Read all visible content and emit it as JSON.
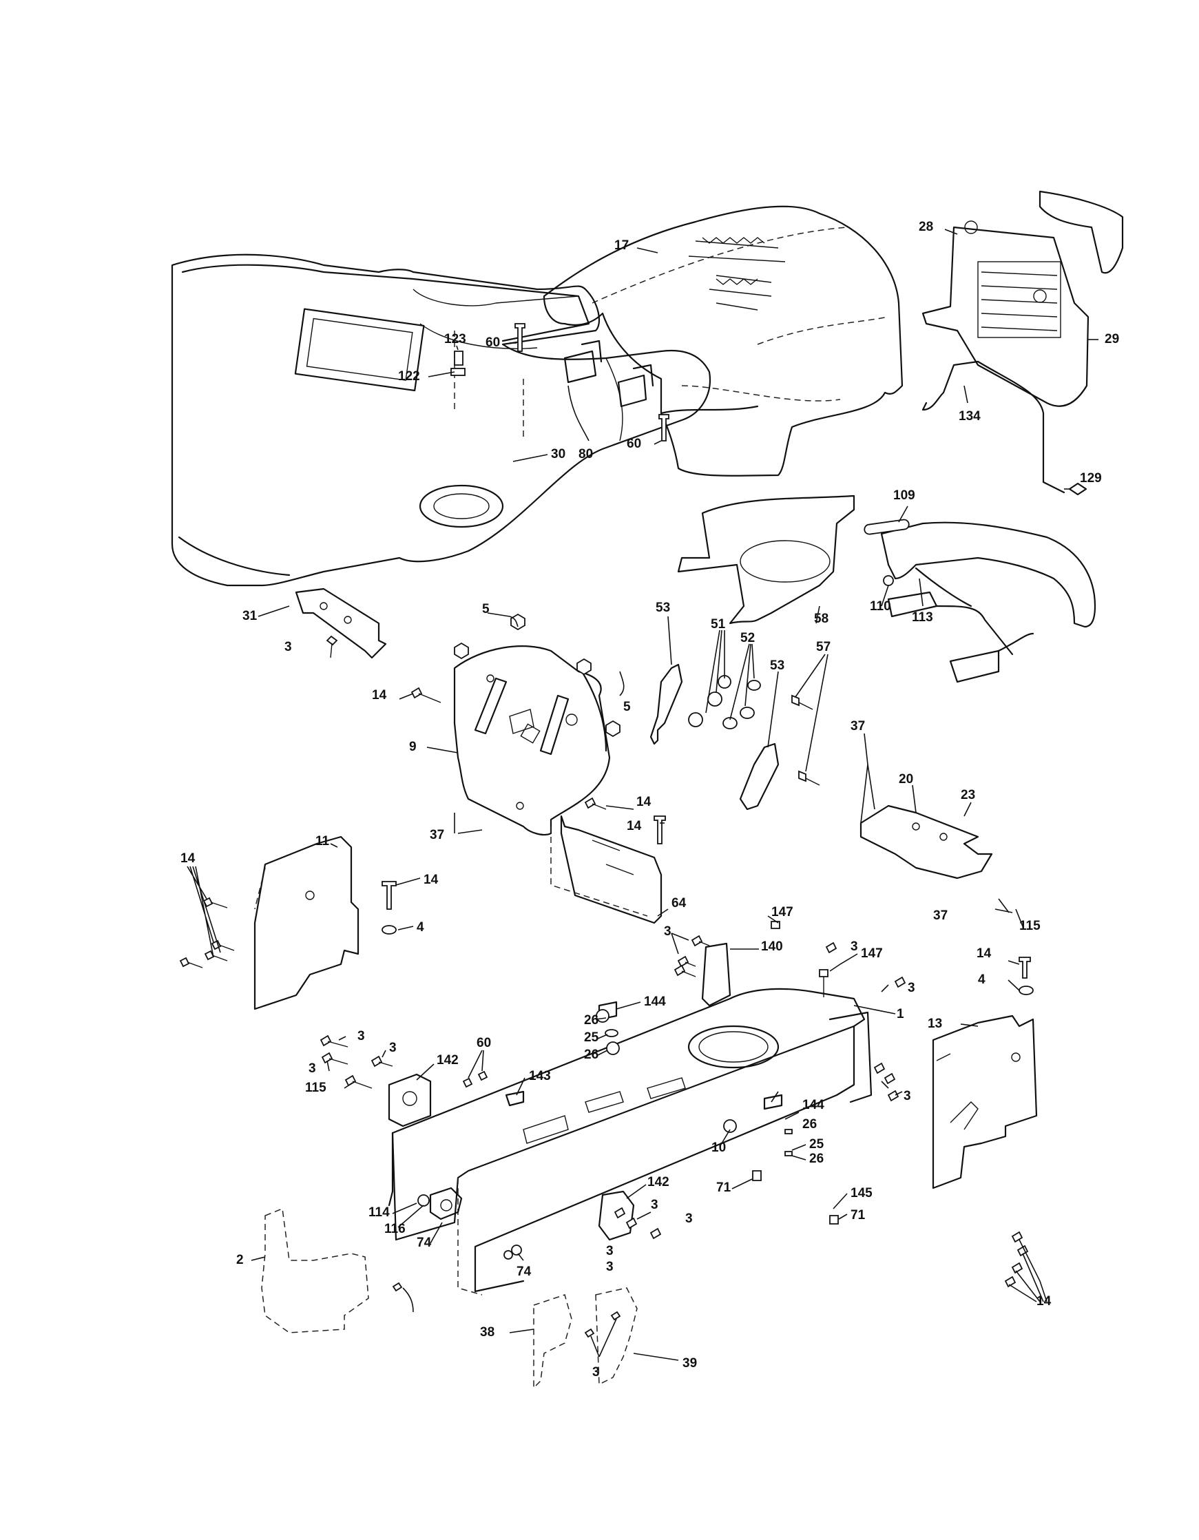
{
  "diagram": {
    "labels": [
      {
        "id": "17",
        "text": "17"
      },
      {
        "id": "28",
        "text": "28"
      },
      {
        "id": "29",
        "text": "29"
      },
      {
        "id": "123",
        "text": "123"
      },
      {
        "id": "60a",
        "text": "60"
      },
      {
        "id": "122",
        "text": "122"
      },
      {
        "id": "80",
        "text": "80"
      },
      {
        "id": "60b",
        "text": "60"
      },
      {
        "id": "30",
        "text": "30"
      },
      {
        "id": "134",
        "text": "134"
      },
      {
        "id": "129",
        "text": "129"
      },
      {
        "id": "109",
        "text": "109"
      },
      {
        "id": "31",
        "text": "31"
      },
      {
        "id": "3a",
        "text": "3"
      },
      {
        "id": "5a",
        "text": "5"
      },
      {
        "id": "53a",
        "text": "53"
      },
      {
        "id": "51",
        "text": "51"
      },
      {
        "id": "52",
        "text": "52"
      },
      {
        "id": "53b",
        "text": "53"
      },
      {
        "id": "57",
        "text": "57"
      },
      {
        "id": "58",
        "text": "58"
      },
      {
        "id": "110",
        "text": "110"
      },
      {
        "id": "113",
        "text": "113"
      },
      {
        "id": "14a",
        "text": "14"
      },
      {
        "id": "5b",
        "text": "5"
      },
      {
        "id": "9",
        "text": "9"
      },
      {
        "id": "14b",
        "text": "14"
      },
      {
        "id": "37a",
        "text": "37"
      },
      {
        "id": "14c",
        "text": "14"
      },
      {
        "id": "37b",
        "text": "37"
      },
      {
        "id": "20",
        "text": "20"
      },
      {
        "id": "23",
        "text": "23"
      },
      {
        "id": "115a",
        "text": "115"
      },
      {
        "id": "11",
        "text": "11"
      },
      {
        "id": "14d",
        "text": "14"
      },
      {
        "id": "14e",
        "text": "14"
      },
      {
        "id": "4a",
        "text": "4"
      },
      {
        "id": "64",
        "text": "64"
      },
      {
        "id": "37c",
        "text": "37"
      },
      {
        "id": "147a",
        "text": "147"
      },
      {
        "id": "3b",
        "text": "3"
      },
      {
        "id": "140",
        "text": "140"
      },
      {
        "id": "3c",
        "text": "3"
      },
      {
        "id": "147b",
        "text": "147"
      },
      {
        "id": "3d",
        "text": "3"
      },
      {
        "id": "14f",
        "text": "14"
      },
      {
        "id": "4b",
        "text": "4"
      },
      {
        "id": "144a",
        "text": "144"
      },
      {
        "id": "1",
        "text": "1"
      },
      {
        "id": "13",
        "text": "13"
      },
      {
        "id": "26a",
        "text": "26"
      },
      {
        "id": "25a",
        "text": "25"
      },
      {
        "id": "26b",
        "text": "26"
      },
      {
        "id": "3e",
        "text": "3"
      },
      {
        "id": "3f",
        "text": "3"
      },
      {
        "id": "60c",
        "text": "60"
      },
      {
        "id": "3g",
        "text": "3"
      },
      {
        "id": "142a",
        "text": "142"
      },
      {
        "id": "143",
        "text": "143"
      },
      {
        "id": "115b",
        "text": "115"
      },
      {
        "id": "3h",
        "text": "3"
      },
      {
        "id": "144b",
        "text": "144"
      },
      {
        "id": "26c",
        "text": "26"
      },
      {
        "id": "10",
        "text": "10"
      },
      {
        "id": "25b",
        "text": "25"
      },
      {
        "id": "26d",
        "text": "26"
      },
      {
        "id": "71a",
        "text": "71"
      },
      {
        "id": "142b",
        "text": "142"
      },
      {
        "id": "114",
        "text": "114"
      },
      {
        "id": "3i",
        "text": "3"
      },
      {
        "id": "116",
        "text": "116"
      },
      {
        "id": "74a",
        "text": "74"
      },
      {
        "id": "3j",
        "text": "3"
      },
      {
        "id": "145",
        "text": "145"
      },
      {
        "id": "71b",
        "text": "71"
      },
      {
        "id": "2",
        "text": "2"
      },
      {
        "id": "3k",
        "text": "3"
      },
      {
        "id": "74b",
        "text": "74"
      },
      {
        "id": "14g",
        "text": "14"
      },
      {
        "id": "3l",
        "text": "3"
      },
      {
        "id": "38",
        "text": "38"
      },
      {
        "id": "3m",
        "text": "3"
      },
      {
        "id": "39",
        "text": "39"
      }
    ]
  }
}
